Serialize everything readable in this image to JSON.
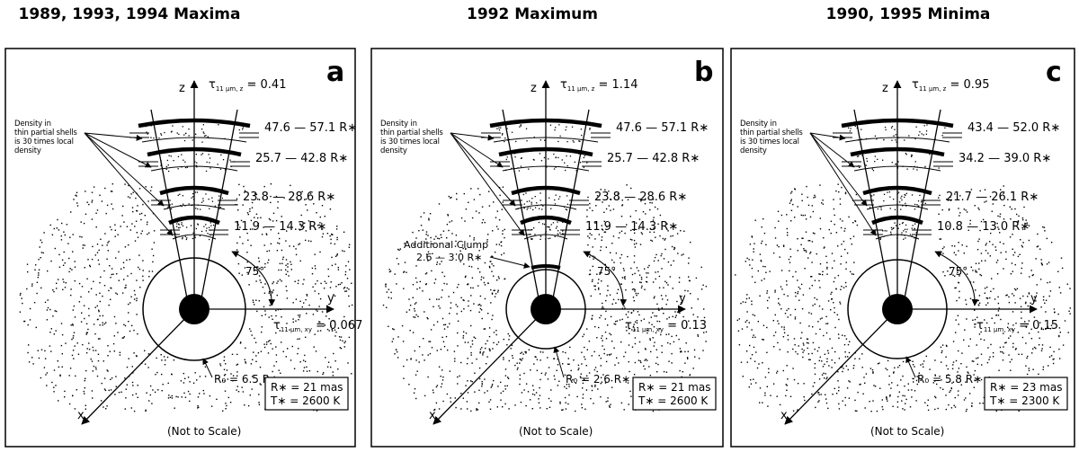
{
  "panels": [
    {
      "title": "1989, 1993, 1994 Maxima",
      "letter": "a",
      "tau_z_sym": "τ",
      "tau_z_sub": "11 μm, z",
      "tau_z_val": "= 0.41",
      "tau_xy_sym": "τ",
      "tau_xy_sub": "11 μm, xy",
      "tau_xy_val": "= 0.067",
      "density_note": [
        "Density in",
        "thin partial shells",
        "is 30 times local",
        "density"
      ],
      "shells": [
        "47.6 — 57.1 R∗",
        "25.7 — 42.8 R∗",
        "23.8 — 28.6 R∗",
        "11.9 — 14.3 R∗"
      ],
      "angle": "75°",
      "r0": "R₀ = 6.5 R∗",
      "stellar": [
        "R∗ = 21 mas",
        "T∗ = 2600 K"
      ],
      "not_to_scale": "(Not to Scale)",
      "clump": null
    },
    {
      "title": "1992 Maximum",
      "letter": "b",
      "tau_z_sym": "τ",
      "tau_z_sub": "11 μm, z",
      "tau_z_val": "= 1.14",
      "tau_xy_sym": "τ",
      "tau_xy_sub": "11 μm, xy",
      "tau_xy_val": "= 0.13",
      "density_note": [
        "Density in",
        "thin partial shells",
        "is 30 times local",
        "density"
      ],
      "shells": [
        "47.6 — 57.1 R∗",
        "25.7 — 42.8 R∗",
        "23.8 — 28.6 R∗",
        "11.9 — 14.3 R∗"
      ],
      "angle": "75°",
      "r0": "R₀ = 2.6 R∗",
      "stellar": [
        "R∗ = 21 mas",
        "T∗ = 2600 K"
      ],
      "not_to_scale": "(Not to Scale)",
      "clump": [
        "Additional Clump",
        "2.6 — 3.0 R∗"
      ]
    },
    {
      "title": "1990, 1995 Minima",
      "letter": "c",
      "tau_z_sym": "τ",
      "tau_z_sub": "11 μm, z",
      "tau_z_val": "= 0.95",
      "tau_xy_sym": "τ",
      "tau_xy_sub": "11 μm, xy",
      "tau_xy_val": "= 0.15",
      "density_note": [
        "Density in",
        "thin partial shells",
        "is 30 times local",
        "density"
      ],
      "shells": [
        "43.4 — 52.0 R∗",
        "34.2 — 39.0 R∗",
        "21.7 — 26.1 R∗",
        "10.8 — 13.0 R∗"
      ],
      "angle": "75°",
      "r0": "R₀ = 5.8 R∗",
      "stellar": [
        "R∗ = 23 mas",
        "T∗ = 2300 K"
      ],
      "not_to_scale": "(Not to Scale)",
      "clump": null
    }
  ],
  "axes": {
    "z": "z",
    "y": "y",
    "x": "x"
  }
}
